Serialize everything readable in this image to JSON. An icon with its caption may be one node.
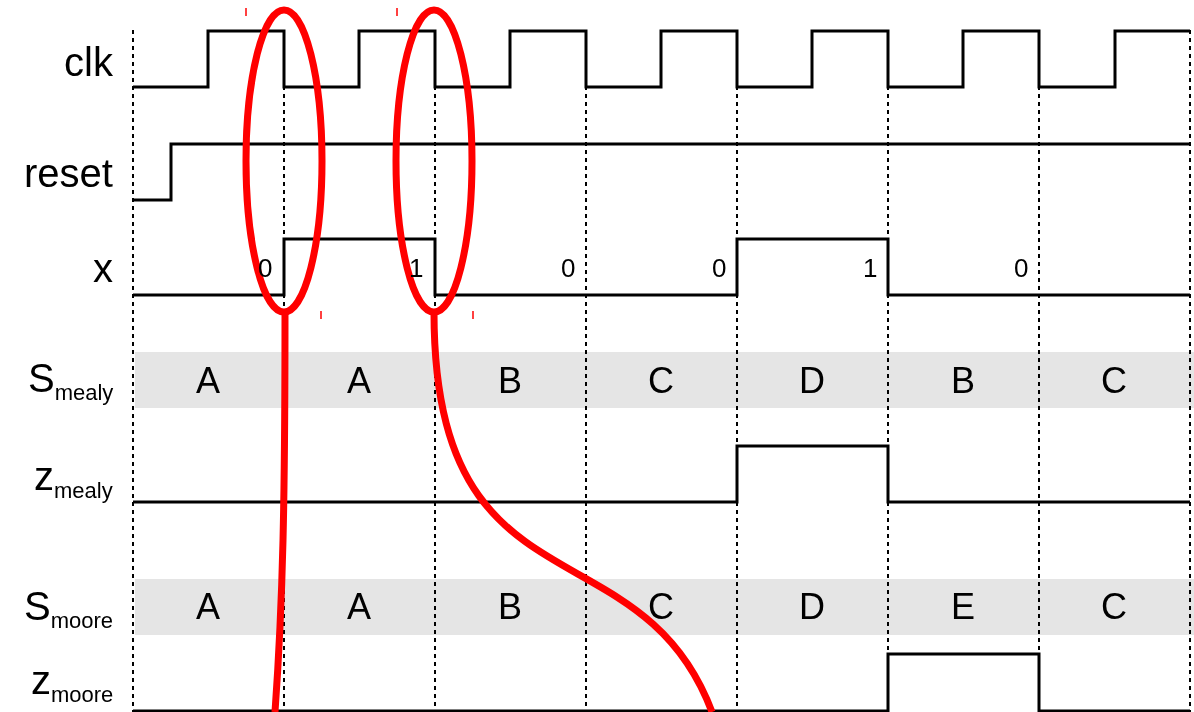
{
  "diagram": {
    "labels": [
      "clk",
      "reset",
      "x",
      "0",
      "1",
      "0",
      "0",
      "1",
      "0",
      "S$_{mealy}$",
      "A",
      "A",
      "B",
      "C",
      "D",
      "B",
      "C",
      "z$_{mealy}$",
      "S$_{moore}$",
      "A",
      "A",
      "B",
      "C",
      "D",
      "E",
      "C",
      "z$_{moore}$"
    ]
  }
}
